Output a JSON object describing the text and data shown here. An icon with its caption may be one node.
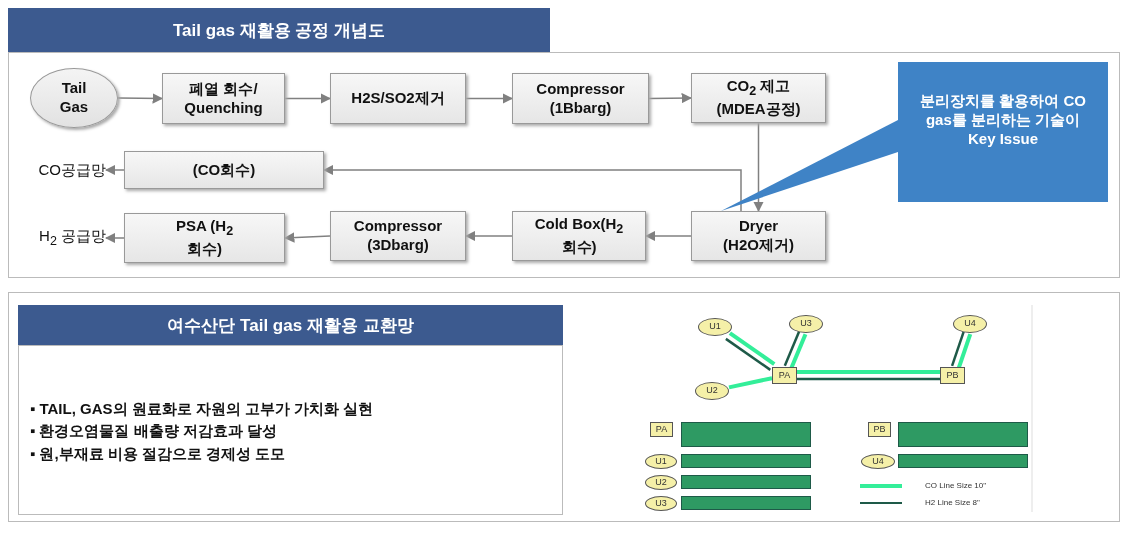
{
  "diagram": {
    "title": "Tail gas 재활용 공정 개념도",
    "nodes": [
      {
        "text": [
          "Tail Gas"
        ]
      },
      {
        "text": [
          "폐열 회수/ Quenching"
        ]
      },
      {
        "text": [
          "H2S/SO2제거"
        ]
      },
      {
        "text": [
          "Compressor (1Bbarg)"
        ]
      },
      {
        "text": [
          "CO$_{2}$ 제고 (MDEA공정)"
        ]
      },
      {
        "text": [
          "Dryer (H2O제거)"
        ]
      },
      {
        "text": [
          "(CO회수)"
        ]
      },
      {
        "text": [
          "Cold Box(H$_{2}$ 회수)"
        ]
      },
      {
        "text": [
          "Compressor (3Dbarg)"
        ]
      },
      {
        "text": [
          "PSA (H$_{2}$ 회수)"
        ]
      },
      {
        "text": [
          "분리장치를 활용하여 CO gas를 분리하는 기술이 Key Issue"
        ]
      },
      {
        "text": [
          "CO공급망"
        ]
      },
      {
        "text": [
          "H$_{2}$ 공급망"
        ]
      },
      {
        "text": [
          "U1"
        ]
      },
      {
        "text": [
          "U3"
        ]
      },
      {
        "text": [
          "U4"
        ]
      },
      {
        "text": [
          "PA"
        ]
      },
      {
        "text": [
          "PB"
        ]
      },
      {
        "text": [
          "U2"
        ]
      },
      {
        "text": [
          "PA"
        ]
      },
      {
        "text": [],
        "shape": "bar"
      },
      {
        "text": [
          "U1"
        ]
      },
      {
        "text": [],
        "shape": "bar"
      },
      {
        "text": [
          "U2"
        ]
      },
      {
        "text": [],
        "shape": "bar"
      },
      {
        "text": [
          "U3"
        ]
      },
      {
        "text": [],
        "shape": "bar"
      },
      {
        "text": [
          "PB"
        ]
      },
      {
        "text": [],
        "shape": "bar"
      },
      {
        "text": [
          "U4"
        ]
      },
      {
        "text": [],
        "shape": "bar"
      }
    ],
    "edges": [
      {
        "from": 0,
        "to": 1,
        "arrow": "to"
      },
      {
        "from": 1,
        "to": 2,
        "arrow": "to"
      },
      {
        "from": 2,
        "to": 3,
        "arrow": "to"
      },
      {
        "from": 3,
        "to": 4,
        "arrow": "to"
      },
      {
        "from": 4,
        "to": 5,
        "arrow": "to"
      },
      {
        "from": 5,
        "to": 6,
        "arrow": "to"
      },
      {
        "from": 5,
        "to": 7,
        "arrow": "to"
      },
      {
        "from": 7,
        "to": 8,
        "arrow": "to"
      },
      {
        "from": 8,
        "to": 9,
        "arrow": "to"
      },
      {
        "from": 6,
        "to": 11,
        "arrow": "to"
      },
      {
        "from": 9,
        "to": 12,
        "arrow": "to"
      },
      {
        "from": 10,
        "to": 5,
        "arrow": "none",
        "color": "#3f83c6"
      },
      {
        "from": 13,
        "to": 16,
        "arrow": "none",
        "style": "thick",
        "color": "#33ee99"
      },
      {
        "from": 13,
        "to": 16,
        "arrow": "none",
        "color": "#1e5a48"
      },
      {
        "from": 14,
        "to": 16,
        "arrow": "none",
        "style": "thick",
        "color": "#33ee99"
      },
      {
        "from": 14,
        "to": 16,
        "arrow": "none",
        "color": "#1e5a48"
      },
      {
        "from": 18,
        "to": 16,
        "arrow": "none",
        "style": "thick",
        "color": "#33ee99"
      },
      {
        "from": 16,
        "to": 17,
        "arrow": "none",
        "style": "thick",
        "color": "#33ee99"
      },
      {
        "from": 16,
        "to": 17,
        "arrow": "none",
        "color": "#1e5a48"
      },
      {
        "from": 15,
        "to": 17,
        "arrow": "none",
        "style": "thick",
        "color": "#33ee99"
      },
      {
        "from": 15,
        "to": 17,
        "arrow": "none",
        "color": "#1e5a48"
      }
    ],
    "labels": [
      "여수산단 Tail gas 재활용 교환망",
      "▪ TAIL, GAS의 원료화로 자원의 고부가 가치화 실현",
      "▪ 환경오염물질 배출량 저감효과 달성",
      "▪ 원,부재료 비용 절감으로 경제성 도모"
    ],
    "legend": [
      {
        "text": "CO Line  Size 10\""
      },
      {
        "text": "H2 Line  Size 8\""
      }
    ]
  }
}
